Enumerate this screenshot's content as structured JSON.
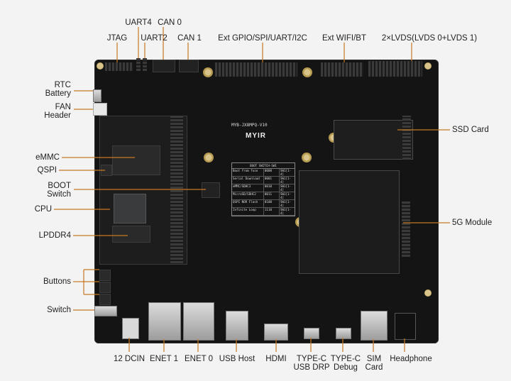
{
  "board": {
    "silkscreen": "MYB-JX8MPQ-V10",
    "brand": "MYIR",
    "boot_table": {
      "title": "BOOT SWITCH-SW1",
      "rows": [
        [
          "Boot from fuse",
          "0000",
          "SW1[1-4]"
        ],
        [
          "Serial Download",
          "0001",
          "SW1[1-4]"
        ],
        [
          "eMMC/SDHC3",
          "0010",
          "SW1[1-4]"
        ],
        [
          "MicroSD/SDHC2",
          "0011",
          "SW1[1-4]"
        ],
        [
          "QSPI NOR Flash",
          "0100",
          "SW1[1-4]"
        ],
        [
          "Infinite Loop",
          "1110",
          "SW1[1-4]"
        ]
      ]
    }
  },
  "labels_top": {
    "uart4": "UART4",
    "can0": "CAN 0",
    "jtag": "JTAG",
    "uart2": "UART2",
    "can1": "CAN 1",
    "ext_gpio": "Ext GPIO/SPI/UART/I2C",
    "ext_wifi": "Ext WIFI/BT",
    "lvds": "2×LVDS(LVDS 0+LVDS 1)"
  },
  "labels_left": {
    "rtc_1": "RTC",
    "rtc_2": "Battery",
    "fan_1": "FAN",
    "fan_2": "Header",
    "emmc": "eMMC",
    "qspi": "QSPI",
    "boot_1": "BOOT",
    "boot_2": "Switch",
    "cpu": "CPU",
    "lpddr4": "LPDDR4",
    "buttons": "Buttons",
    "switch": "Switch"
  },
  "labels_right": {
    "ssd": "SSD Card",
    "fiveg": "5G Module"
  },
  "labels_bottom": {
    "dcin": "12 DCIN",
    "enet1": "ENET 1",
    "enet0": "ENET 0",
    "usbhost": "USB Host",
    "hdmi": "HDMI",
    "typec_drp_1": "TYPE-C",
    "typec_drp_2": "USB DRP",
    "typec_dbg_1": "TYPE-C",
    "typec_dbg_2": "Debug",
    "sim_1": "SIM",
    "sim_2": "Card",
    "headphone": "Headphone"
  },
  "colors": {
    "leader": "#c87722",
    "board": "#141414",
    "background": "#f3f3f3"
  }
}
